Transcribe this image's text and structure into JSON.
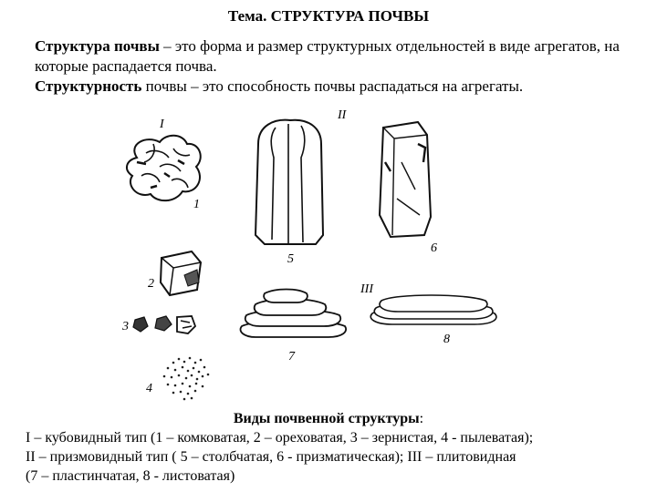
{
  "title": "Тема. СТРУКТУРА ПОЧВЫ",
  "definitions": [
    {
      "term": "Структура почвы",
      "text": " – это форма и размер структурных отдельностей в виде агрегатов, на которые распадается почва."
    },
    {
      "term": "Структурность",
      "text": "  почвы – это способность почвы распадаться на агрегаты."
    }
  ],
  "figure": {
    "type_labels": [
      "I",
      "II",
      "III"
    ],
    "item_labels": [
      "1",
      "2",
      "3",
      "4",
      "5",
      "6",
      "7",
      "8"
    ]
  },
  "caption": {
    "title": "Виды почвенной структуры",
    "title_suffix": ":",
    "lines": [
      "I – кубовидный тип (1 – комковатая, 2 – ореховатая, 3 – зернистая, 4 - пылеватая);",
      "II – призмовидный тип ( 5 – столбчатая, 6 - призматическая);    III – плитовидная",
      "(7 – пластинчатая, 8 - листоватая)"
    ]
  }
}
